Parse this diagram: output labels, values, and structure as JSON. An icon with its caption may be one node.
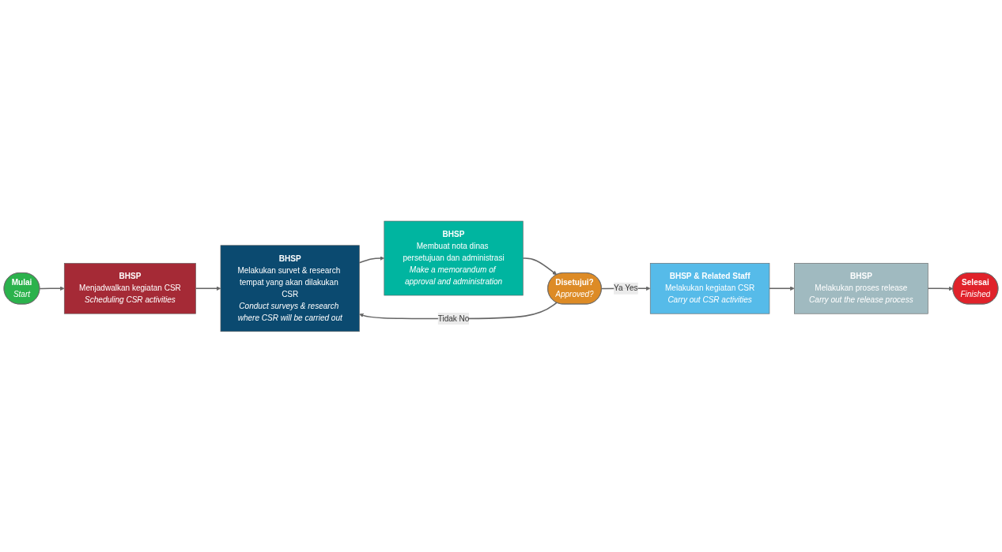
{
  "diagram": {
    "nodes": [
      {
        "text": [
          "Mulai",
          "Start"
        ]
      },
      {
        "text": [
          "BHSP",
          "Menjadwalkan kegiatan CSR",
          "Scheduling CSR activities"
        ]
      },
      {
        "text": [
          "BHSP",
          "Melakukan survet & research tempat yang akan dilakukan CSR",
          "Conduct surveys & research where CSR will be carried out"
        ]
      },
      {
        "text": [
          "BHSP",
          "Membuat nota dinas persetujuan dan administrasi",
          "Make a memorandum of approval and administration"
        ]
      },
      {
        "text": [
          "Disetujui?",
          "Approved?"
        ]
      },
      {
        "text": [
          "BHSP & Related Staff",
          "Melakukan kegiatan CSR",
          "Carry out CSR activities"
        ]
      },
      {
        "text": [
          "BHSP",
          "Melakukan proses release",
          "Carry out the release process"
        ]
      },
      {
        "text": [
          "Selesai",
          "Finished"
        ]
      }
    ],
    "edges": [
      {
        "from": 0,
        "to": 1,
        "arrow": "to"
      },
      {
        "from": 1,
        "to": 2,
        "arrow": "to"
      },
      {
        "from": 2,
        "to": 3,
        "arrow": "to"
      },
      {
        "from": 3,
        "to": 4,
        "arrow": "to"
      },
      {
        "from": 4,
        "to": 5,
        "arrow": "to",
        "label": "Ya Yes"
      },
      {
        "from": 4,
        "to": 2,
        "arrow": "to",
        "label": "Tidak No"
      },
      {
        "from": 5,
        "to": 6,
        "arrow": "to"
      },
      {
        "from": 6,
        "to": 7,
        "arrow": "to"
      }
    ]
  }
}
